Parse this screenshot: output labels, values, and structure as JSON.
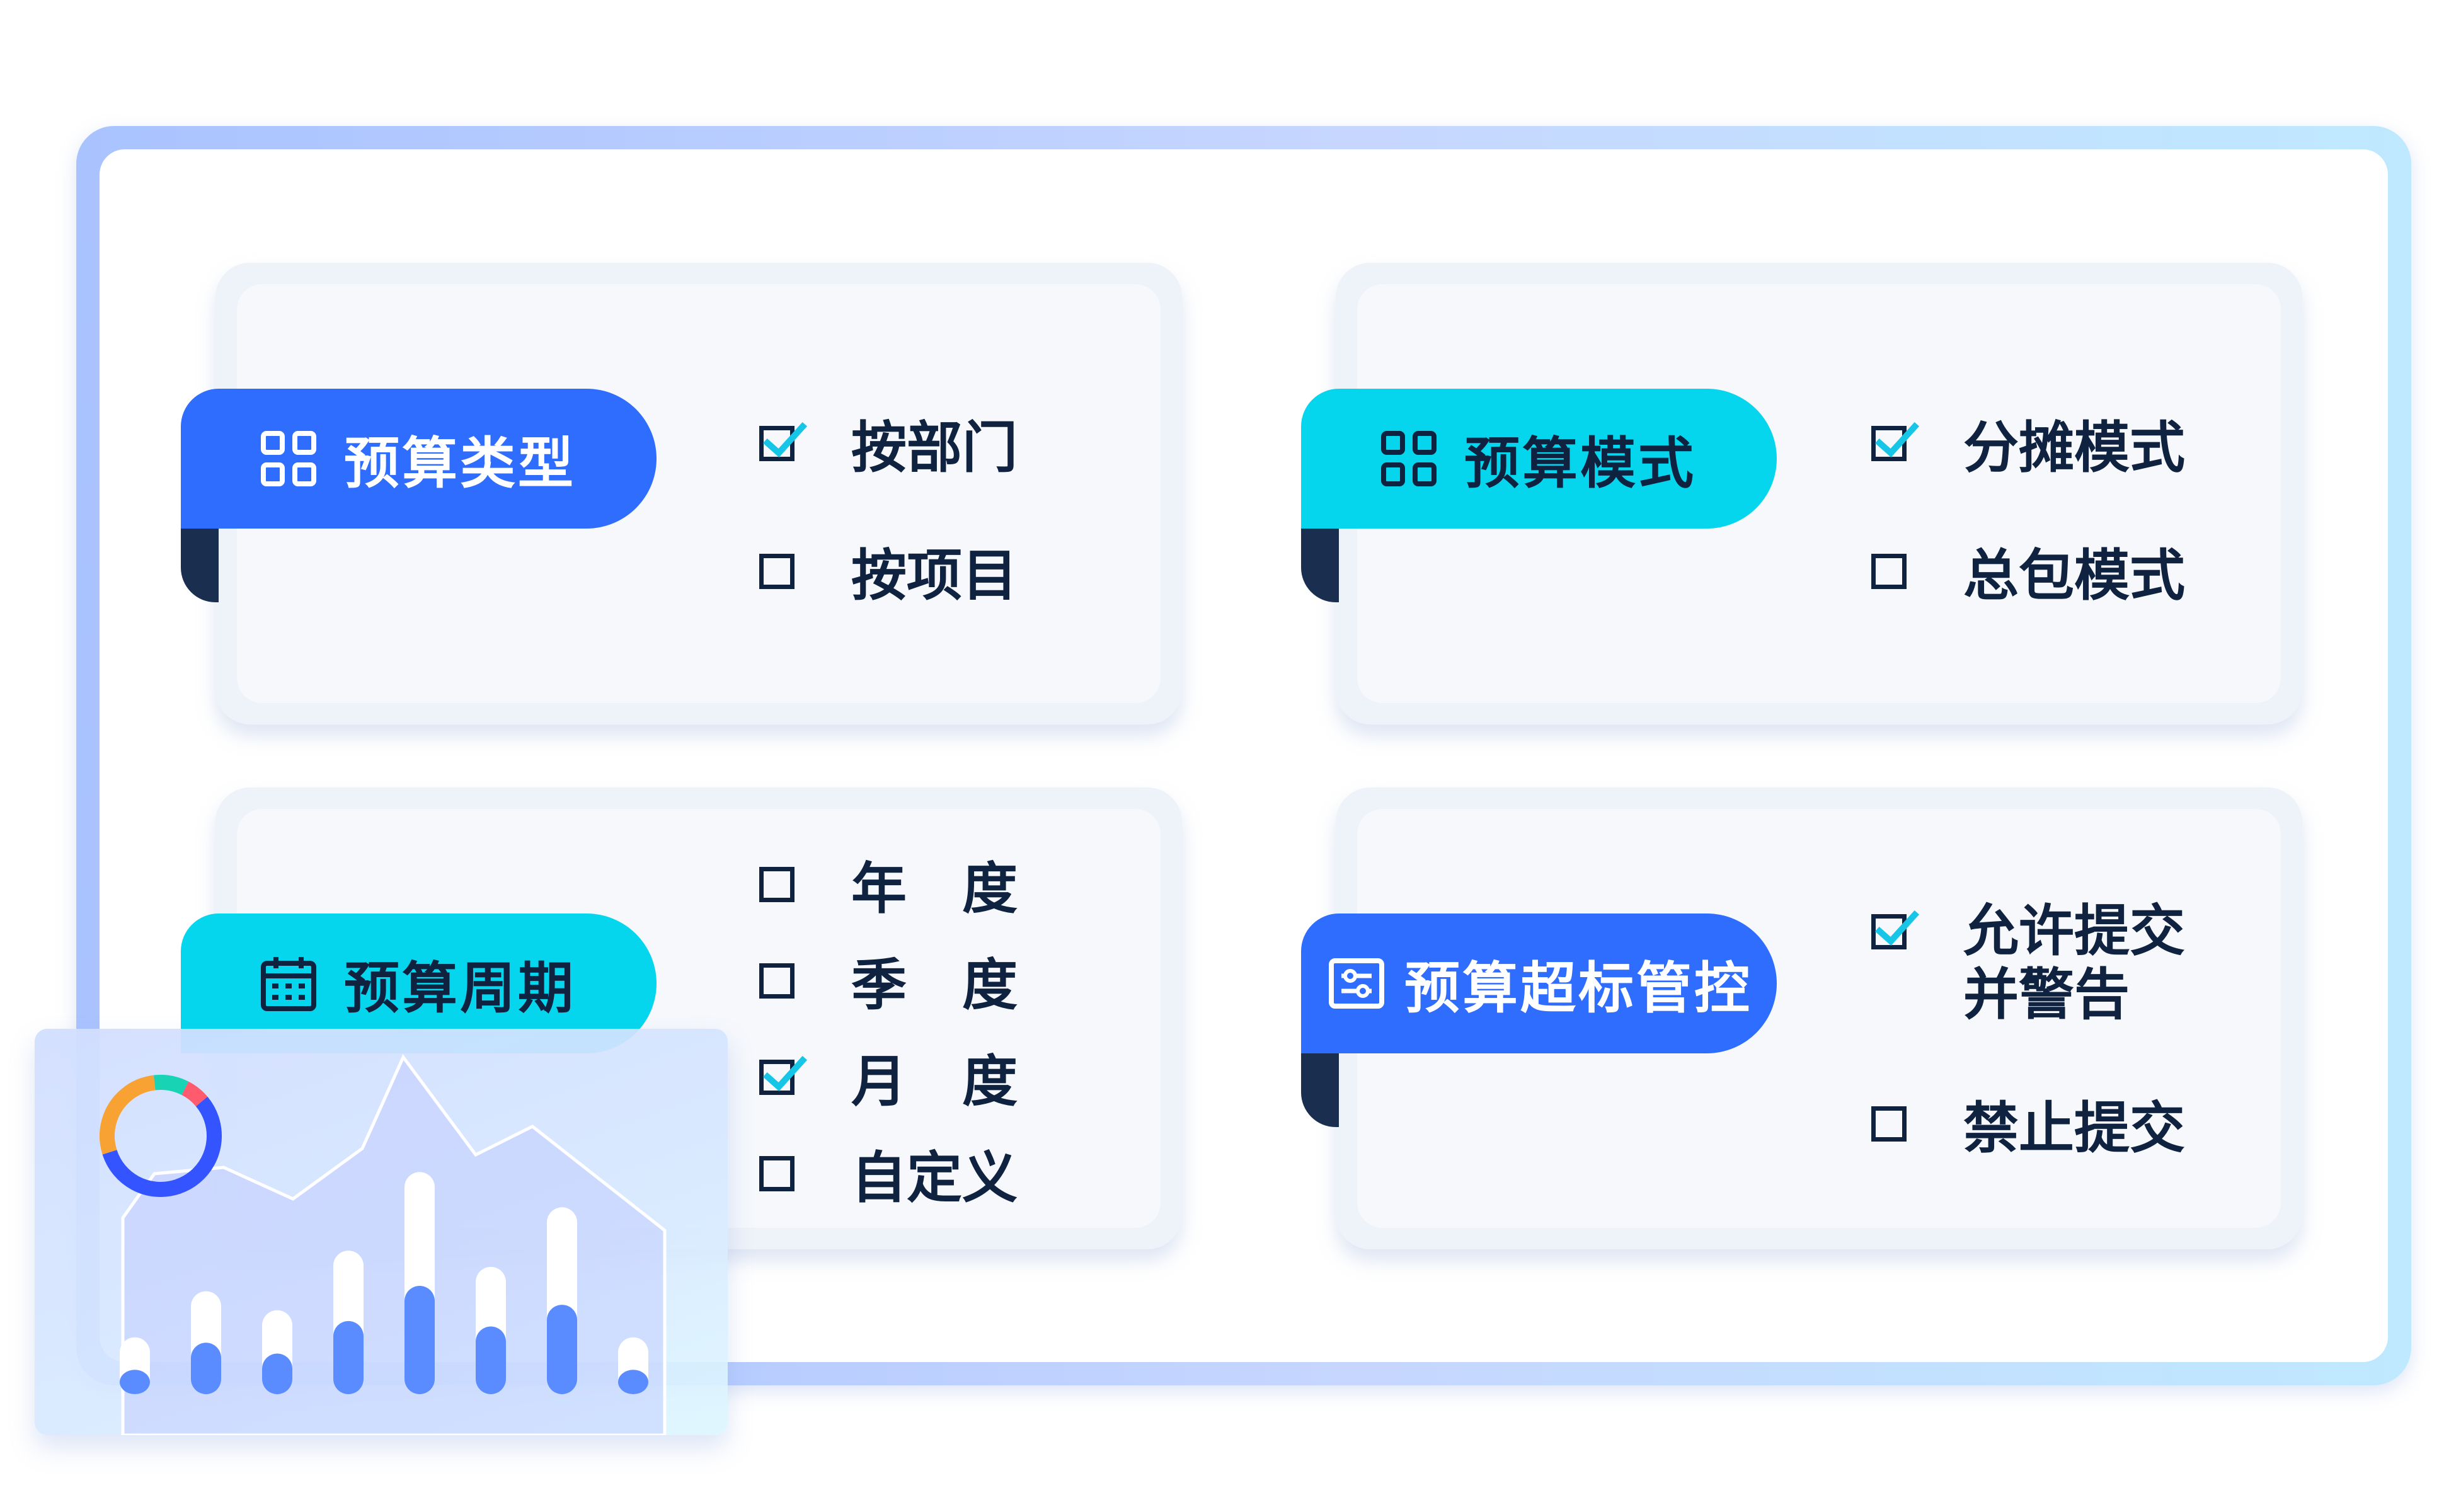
{
  "cards": [
    {
      "title": "预算类型",
      "icon": "grid-icon",
      "color": "#2f6dff",
      "options": [
        {
          "label": "按部门",
          "checked": true
        },
        {
          "label": "按项目",
          "checked": false
        }
      ]
    },
    {
      "title": "预算模式",
      "icon": "grid-icon",
      "color": "#05d6ee",
      "options": [
        {
          "label": "分摊模式",
          "checked": true
        },
        {
          "label": "总包模式",
          "checked": false
        }
      ]
    },
    {
      "title": "预算周期",
      "icon": "calendar-icon",
      "color": "#05d6ee",
      "options": [
        {
          "label": "年　度",
          "checked": false
        },
        {
          "label": "季　度",
          "checked": false
        },
        {
          "label": "月　度",
          "checked": true
        },
        {
          "label": "自定义",
          "checked": false
        }
      ]
    },
    {
      "title": "预算超标管控",
      "icon": "sliders-icon",
      "color": "#2f6dff",
      "options": [
        {
          "label": "允许提交",
          "label_line2": "并警告",
          "checked": true
        },
        {
          "label": "禁止提交",
          "checked": false
        }
      ]
    }
  ],
  "colors": {
    "accent_blue": "#2f6dff",
    "accent_cyan": "#05d6ee",
    "text_dark": "#0f2240",
    "check_mark": "#17c6e6"
  },
  "decor_chart": {
    "bars_total": [
      0.21,
      0.38,
      0.31,
      0.53,
      0.82,
      0.47,
      0.69,
      0.21
    ],
    "bars_filled": [
      0.09,
      0.19,
      0.15,
      0.27,
      0.4,
      0.25,
      0.33,
      0.09
    ],
    "donut_segments": [
      "#3354ff",
      "#f7a233",
      "#19d3b5",
      "#ff5b6e"
    ]
  }
}
